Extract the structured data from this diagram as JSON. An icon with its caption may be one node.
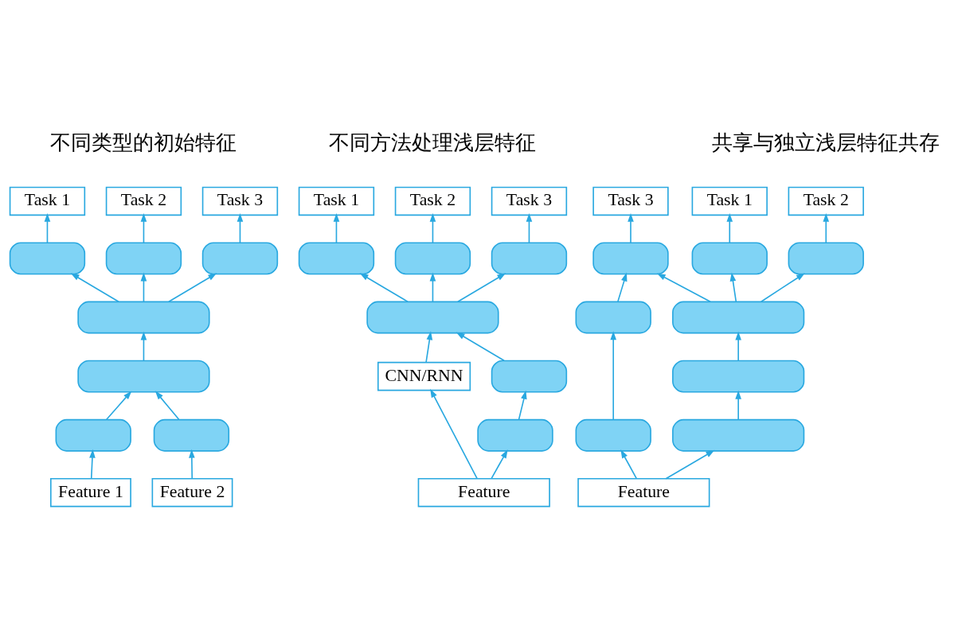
{
  "diagram": {
    "nodes": [
      {
        "text": [
          "Task 1"
        ]
      },
      {
        "text": [
          "Task 2"
        ]
      },
      {
        "text": [
          "Task 3"
        ]
      },
      {
        "text": [],
        "shape": "box"
      },
      {
        "text": [],
        "shape": "box"
      },
      {
        "text": [],
        "shape": "box"
      },
      {
        "text": [],
        "shape": "box"
      },
      {
        "text": [],
        "shape": "box"
      },
      {
        "text": [],
        "shape": "box"
      },
      {
        "text": [],
        "shape": "box"
      },
      {
        "text": [
          "Feature 1"
        ]
      },
      {
        "text": [
          "Feature 2"
        ]
      },
      {
        "text": [
          "Task 1"
        ]
      },
      {
        "text": [
          "Task 2"
        ]
      },
      {
        "text": [
          "Task 3"
        ]
      },
      {
        "text": [],
        "shape": "box"
      },
      {
        "text": [],
        "shape": "box"
      },
      {
        "text": [],
        "shape": "box"
      },
      {
        "text": [],
        "shape": "box"
      },
      {
        "text": [],
        "shape": "box"
      },
      {
        "text": [
          "CNN/RNN"
        ]
      },
      {
        "text": [],
        "shape": "box"
      },
      {
        "text": [
          "Feature"
        ]
      },
      {
        "text": [
          "Task 1"
        ]
      },
      {
        "text": [
          "Task 2"
        ]
      },
      {
        "text": [
          "Task 3"
        ]
      },
      {
        "text": [],
        "shape": "box"
      },
      {
        "text": [],
        "shape": "box"
      },
      {
        "text": [],
        "shape": "box"
      },
      {
        "text": [],
        "shape": "box"
      },
      {
        "text": [],
        "shape": "box"
      },
      {
        "text": [],
        "shape": "box"
      },
      {
        "text": [],
        "shape": "box"
      },
      {
        "text": [],
        "shape": "box"
      },
      {
        "text": [
          "Feature"
        ]
      }
    ],
    "edges": [
      {
        "from": 10,
        "to": 8,
        "arrow": "to"
      },
      {
        "from": 11,
        "to": 9,
        "arrow": "to"
      },
      {
        "from": 8,
        "to": 7,
        "arrow": "to"
      },
      {
        "from": 9,
        "to": 7,
        "arrow": "to"
      },
      {
        "from": 7,
        "to": 6,
        "arrow": "to"
      },
      {
        "from": 6,
        "to": 3,
        "arrow": "to"
      },
      {
        "from": 6,
        "to": 4,
        "arrow": "to"
      },
      {
        "from": 6,
        "to": 5,
        "arrow": "to"
      },
      {
        "from": 3,
        "to": 0,
        "arrow": "to"
      },
      {
        "from": 4,
        "to": 1,
        "arrow": "to"
      },
      {
        "from": 5,
        "to": 2,
        "arrow": "to"
      },
      {
        "from": 22,
        "to": 20,
        "arrow": "to"
      },
      {
        "from": 22,
        "to": 21,
        "arrow": "to"
      },
      {
        "from": 21,
        "to": 19,
        "arrow": "to"
      },
      {
        "from": 20,
        "to": 18,
        "arrow": "to"
      },
      {
        "from": 19,
        "to": 18,
        "arrow": "to"
      },
      {
        "from": 18,
        "to": 15,
        "arrow": "to"
      },
      {
        "from": 18,
        "to": 16,
        "arrow": "to"
      },
      {
        "from": 18,
        "to": 17,
        "arrow": "to"
      },
      {
        "from": 15,
        "to": 12,
        "arrow": "to"
      },
      {
        "from": 16,
        "to": 13,
        "arrow": "to"
      },
      {
        "from": 17,
        "to": 14,
        "arrow": "to"
      },
      {
        "from": 34,
        "to": 32,
        "arrow": "to"
      },
      {
        "from": 34,
        "to": 33,
        "arrow": "to"
      },
      {
        "from": 33,
        "to": 31,
        "arrow": "to"
      },
      {
        "from": 32,
        "to": 30,
        "arrow": "to"
      },
      {
        "from": 31,
        "to": 29,
        "arrow": "to"
      },
      {
        "from": 30,
        "to": 28,
        "arrow": "to"
      },
      {
        "from": 29,
        "to": 26,
        "arrow": "to"
      },
      {
        "from": 29,
        "to": 27,
        "arrow": "to"
      },
      {
        "from": 29,
        "to": 28,
        "arrow": "to"
      },
      {
        "from": 26,
        "to": 23,
        "arrow": "to"
      },
      {
        "from": 27,
        "to": 24,
        "arrow": "to"
      },
      {
        "from": 28,
        "to": 25,
        "arrow": "to"
      }
    ],
    "labels": [
      "不同类型的初始特征",
      "不同方法处理浅层特征",
      "共享与独立浅层特征共存"
    ]
  }
}
